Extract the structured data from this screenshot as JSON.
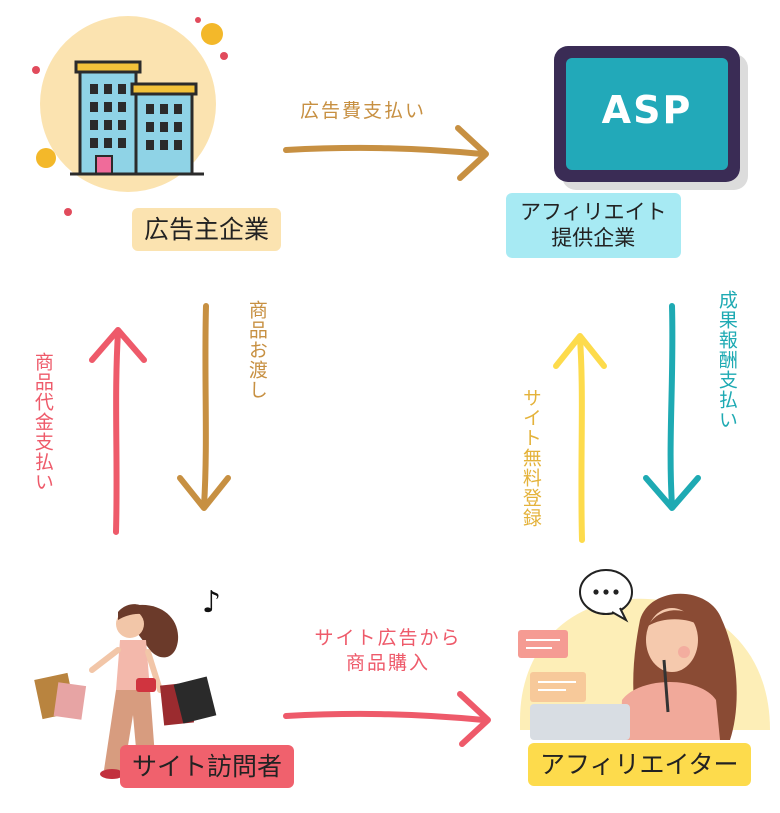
{
  "nodes": {
    "advertiser": "広告主企業",
    "asp_line1": "アフィリエイト",
    "asp_line2": "提供企業",
    "asp_screen": "ASP",
    "visitor": "サイト訪問者",
    "affiliate": "アフィリエイター"
  },
  "edges": {
    "ad_fee": "広告費支払い",
    "delivery": "商品お渡し",
    "payment": "商品代金支払い",
    "reward": "成果報酬支払い",
    "registration": "サイト無料登録",
    "purchase_line1": "サイト広告から",
    "purchase_line2": "商品購入"
  },
  "colors": {
    "brown": "#c79042",
    "red": "#ee5a6a",
    "teal": "#1eaab3",
    "yellow": "#fddb4c"
  }
}
